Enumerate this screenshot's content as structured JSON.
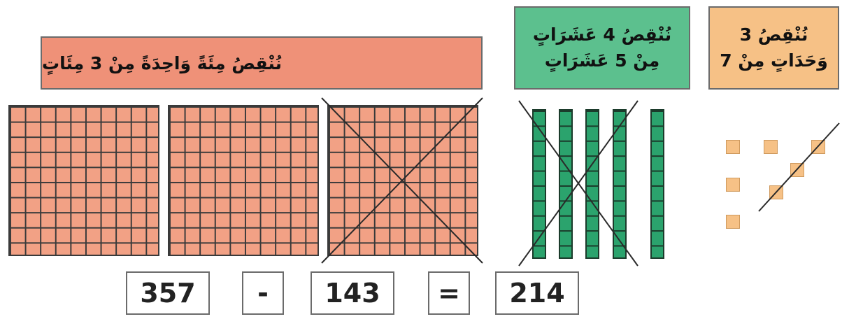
{
  "banners": {
    "hundreds": "نُنْقِصُ مِئَةً وَاحِدَةً مِنْ 3 مِئَاتٍ",
    "tens_line1": "نُنْقِصُ 4 عَشَرَاتٍ",
    "tens_line2": "مِنْ 5 عَشَرَاتٍ",
    "units_line1": "نُنْقِصُ 3",
    "units_line2": "وَحَدَاتٍ مِنْ 7"
  },
  "blocks": {
    "hundreds_count": 3,
    "hundreds_crossed": 1,
    "tens_count": 5,
    "tens_crossed": 4,
    "units_count": 7,
    "units_crossed": 3
  },
  "equation": {
    "minuend": "357",
    "operator": "-",
    "subtrahend": "143",
    "equals": "=",
    "result": "214"
  },
  "colors": {
    "hundreds": "#f2a185",
    "tens": "#2ba36d",
    "units": "#f6c186",
    "hundreds_banner": "#ef9178",
    "tens_banner": "#5cc08e",
    "units_banner": "#f6c186"
  }
}
